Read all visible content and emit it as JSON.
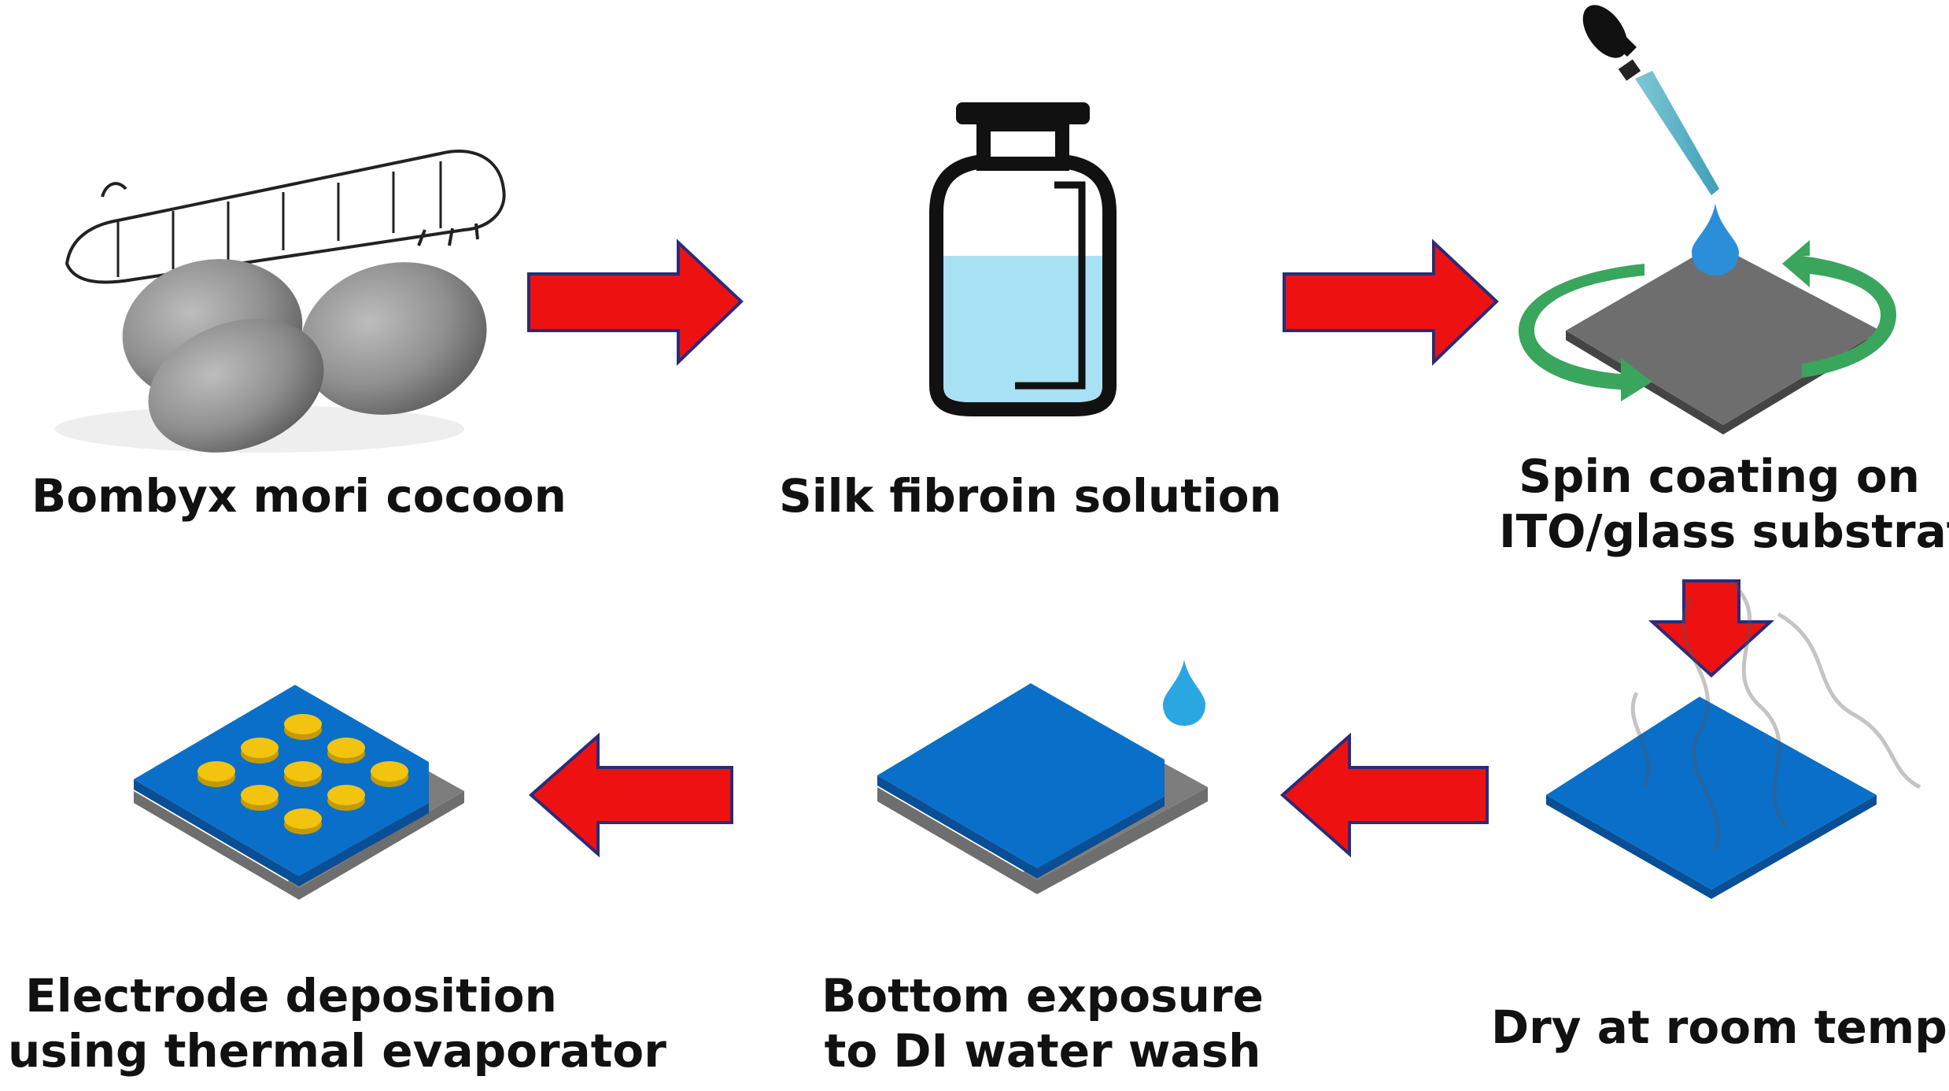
{
  "steps": {
    "cocoon": {
      "line1": "Bombyx mori cocoon"
    },
    "solution": {
      "line1": "Silk fibroin solution"
    },
    "spin": {
      "line1": "Spin coating on",
      "line2": "ITO/glass substrate"
    },
    "dry": {
      "line1": "Dry at room temp."
    },
    "wash": {
      "line1": "Bottom exposure",
      "line2": "to DI water wash"
    },
    "electrode": {
      "line1": "Electrode deposition",
      "line2": "using thermal evaporator"
    }
  },
  "colors": {
    "arrow_fill": "#ee1111",
    "arrow_edge": "#2b2b7a",
    "film_blue": "#0a6fc9",
    "glass_gray": "#6e6e6e",
    "electrode_gold": "#f2c40f",
    "rotation_green": "#3aa55c",
    "liquid_blue": "#a8e0f4",
    "drop_blue": "#2a8fd8"
  }
}
